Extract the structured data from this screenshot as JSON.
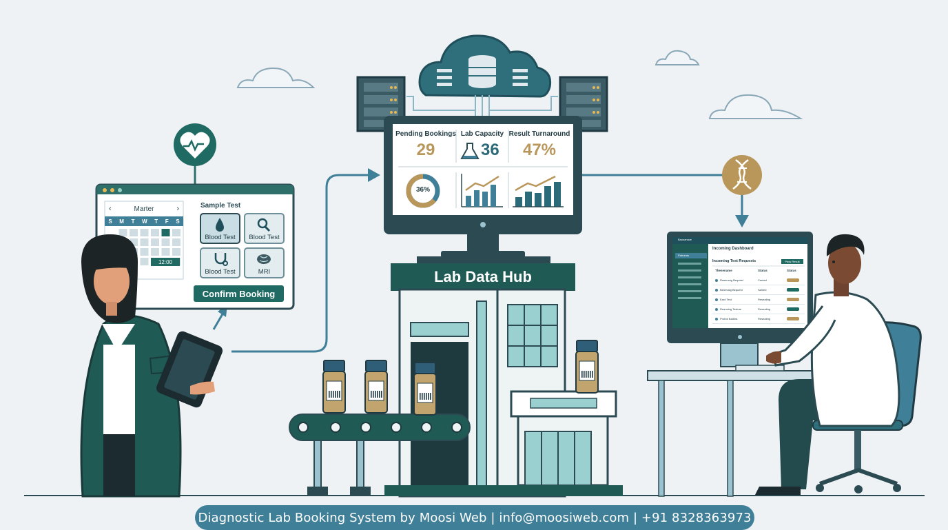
{
  "booking_panel": {
    "calendar_month": "Marter",
    "weekdays": [
      "S",
      "M",
      "T",
      "W",
      "T",
      "F",
      "S"
    ],
    "selected_time": "12:00",
    "section_title": "Sample Test",
    "tests": [
      {
        "label": "Blood Test",
        "icon": "drop-icon"
      },
      {
        "label": "Blood Test",
        "icon": "magnifier-icon"
      },
      {
        "label": "Blood Test",
        "icon": "stethoscope-icon"
      },
      {
        "label": "MRI",
        "icon": "brain-icon"
      }
    ],
    "confirm_label": "Confirm Booking"
  },
  "hub": {
    "title": "Lab Data Hub",
    "metrics": [
      {
        "label": "Pending Bookings",
        "value": "29"
      },
      {
        "label": "Lab Capacity",
        "value": "36"
      },
      {
        "label": "Result Turnaround",
        "value": "47%"
      }
    ],
    "donut_label": "36%",
    "donut_percent": 36
  },
  "staff_monitor": {
    "sidebar_title": "Bausanave",
    "sidebar_active": "Patronas",
    "header": "Incoming Dashboard",
    "section_title": "Incoming Test Requests",
    "action_label": "Pass Result",
    "columns": [
      "Thesename",
      "Status",
      "Status"
    ],
    "rows": [
      {
        "name": "Rasemnig Bequest",
        "status": "Canted"
      },
      {
        "name": "Bsremalg Bequest",
        "status": "Sanled"
      },
      {
        "name": "Eard Test",
        "status": "Reseating"
      },
      {
        "name": "Reaneing Testure",
        "status": "Reseating"
      },
      {
        "name": "Probot Badina",
        "status": "Reseating"
      }
    ]
  },
  "footer": {
    "text": "Diagnostic Lab Booking System by Moosi Web | info@moosiweb.com | +91 8328363973"
  },
  "colors": {
    "teal_dark": "#1e5a55",
    "teal": "#2f6f6a",
    "blue": "#3f7f98",
    "gold": "#b9965a",
    "background": "#eef2f5"
  }
}
